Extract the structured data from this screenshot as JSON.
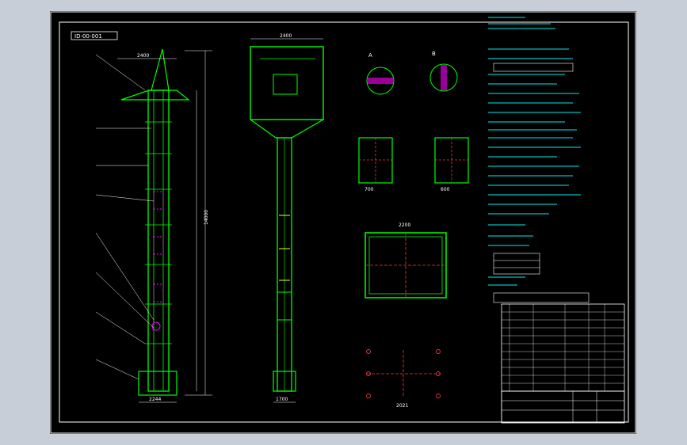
{
  "drawing": {
    "stamp_code": "ID-00-001",
    "title": "",
    "dimensions": {
      "top_width_left": "2400",
      "top_width_right": "2400",
      "base_left": "2244",
      "base_right": "1700",
      "plan_width": "2200",
      "bolt_dim": "2021",
      "side_a": "700",
      "side_b": "600",
      "total_height_side": "14000"
    },
    "section_labels": [
      "A",
      "B"
    ],
    "colors": {
      "frame": "#00ff00",
      "dims": "#ffffff",
      "hatch": "#ff00ff",
      "text": "#00e0e0",
      "axis": "#ff3333",
      "dash": "#ffff00",
      "sheet": "#000000",
      "window": "#c7ced7"
    }
  }
}
